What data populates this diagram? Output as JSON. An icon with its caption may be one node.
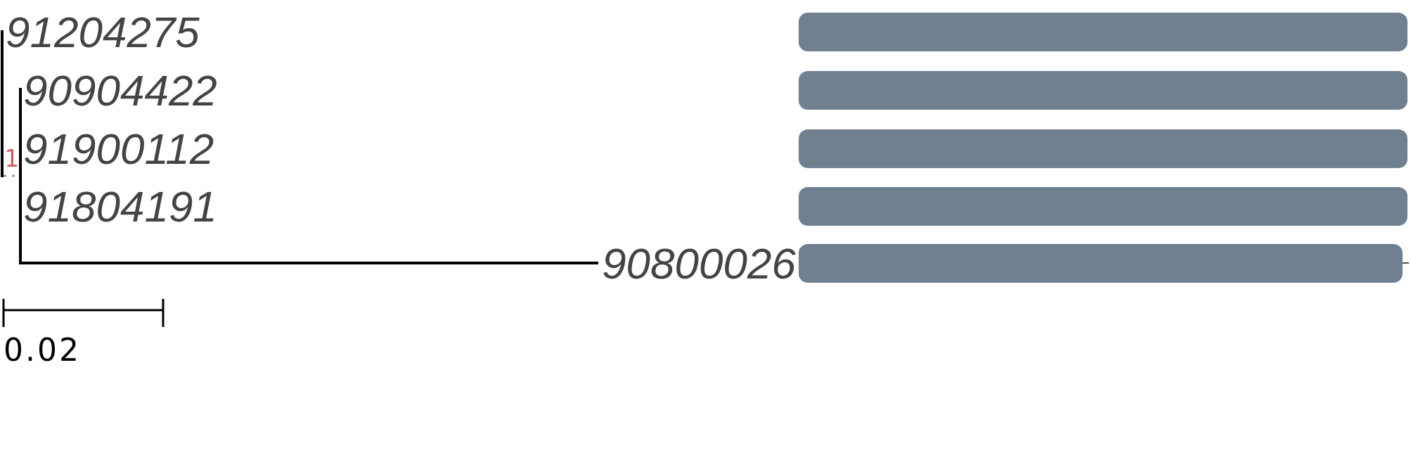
{
  "diagram": {
    "nodes": [
      {
        "text": [
          "91204275"
        ]
      },
      {
        "text": [],
        "shape": "bar"
      },
      {
        "text": [
          "90904422"
        ]
      },
      {
        "text": [],
        "shape": "bar"
      },
      {
        "text": [
          "91900112"
        ]
      },
      {
        "text": [],
        "shape": "bar"
      },
      {
        "text": [
          "91804191"
        ]
      },
      {
        "text": [],
        "shape": "bar"
      },
      {
        "text": [
          "90800026"
        ]
      },
      {
        "text": [],
        "shape": "bar"
      }
    ],
    "labels": [
      "1",
      "0.02"
    ]
  }
}
